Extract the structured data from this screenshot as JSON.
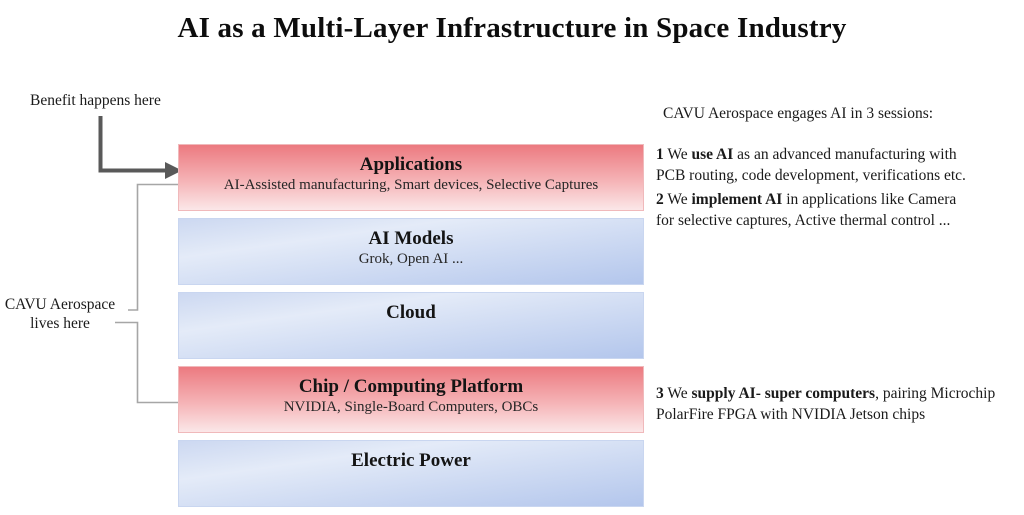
{
  "title": "AI as a Multi-Layer Infrastructure in Space Industry",
  "annotations": {
    "benefit": "Benefit happens here",
    "lives_line1": "CAVU Aerospace",
    "lives_line2": "lives here"
  },
  "layers": [
    {
      "name": "Applications",
      "subtitle": "AI-Assisted manufacturing, Smart devices, Selective Captures",
      "accent": "#ec7a80"
    },
    {
      "name": "AI Models",
      "subtitle": "Grok, Open AI ...",
      "accent": "#b3c6ec"
    },
    {
      "name": "Cloud",
      "subtitle": "",
      "accent": "#b3c6ec"
    },
    {
      "name": "Chip / Computing Platform",
      "subtitle": "NVIDIA, Single-Board Computers, OBCs",
      "accent": "#ec7a80"
    },
    {
      "name": "Electric Power",
      "subtitle": "",
      "accent": "#b3c6ec"
    }
  ],
  "right_panel": {
    "heading": "CAVU Aerospace engages AI in 3 sessions:",
    "items": [
      {
        "num": "1",
        "pre": " We ",
        "bold": "use AI",
        "rest1": " as an advanced manufacturing with",
        "line2": "PCB routing, code development, verifications etc."
      },
      {
        "num": "2",
        "pre": " We ",
        "bold": "implement AI",
        "rest1": " in applications like Camera",
        "line2": "for selective captures, Active thermal control ..."
      },
      {
        "num": "3",
        "pre": " We ",
        "bold": "supply AI- super computers",
        "rest1": ", pairing Microchip",
        "line2": "PolarFire FPGA with NVIDIA Jetson chips"
      }
    ]
  },
  "colors": {
    "arrow": "#595959",
    "bracket": "#a6a6a6",
    "red_top": "#ec7a80",
    "red_bottom": "#fbe7e8",
    "blue_top": "#ccd8f1",
    "blue_bottom": "#b3c6ec"
  }
}
